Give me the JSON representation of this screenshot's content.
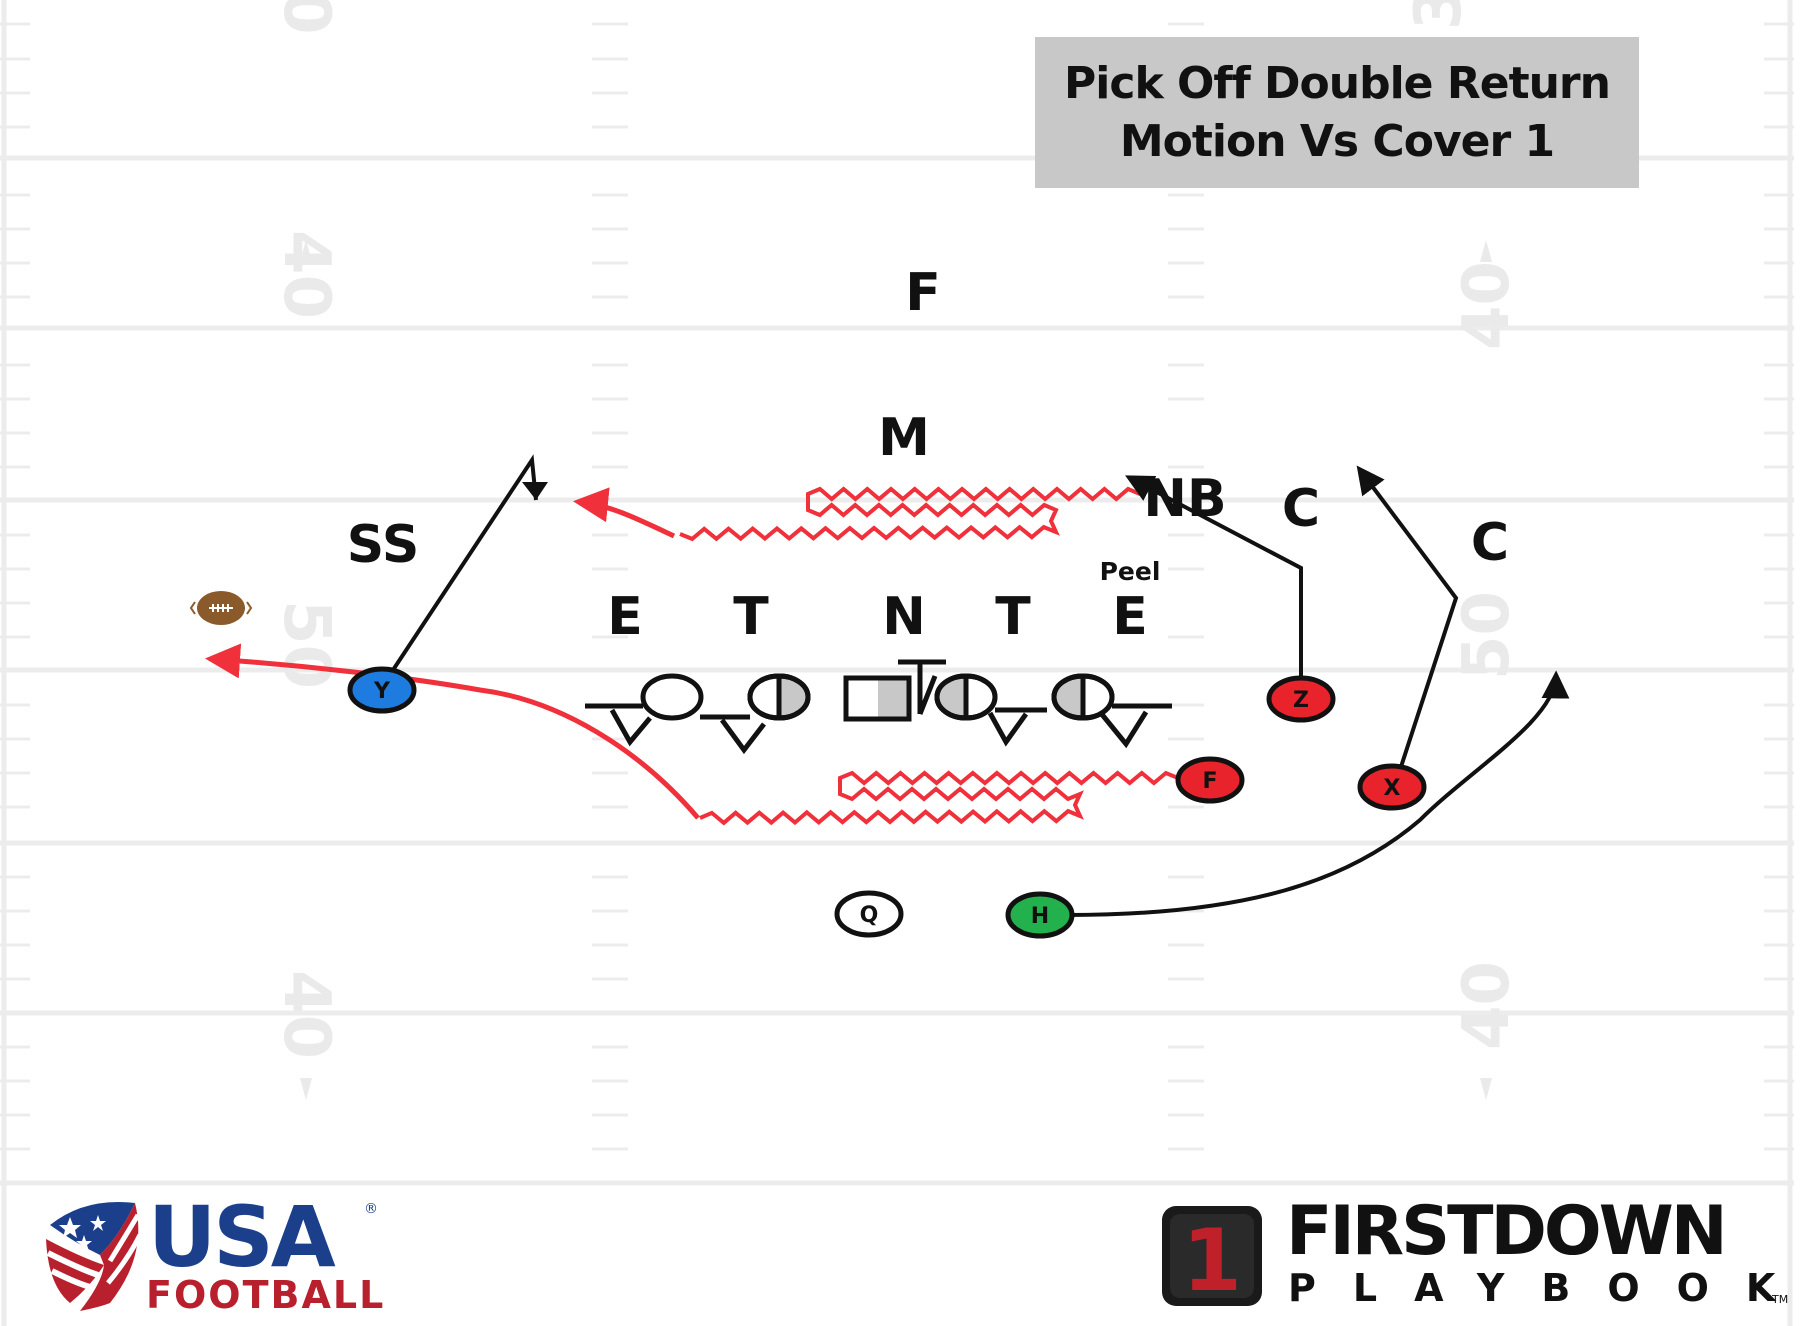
{
  "title": {
    "line1": "Pick Off Double Return",
    "line2": "Motion Vs Cover 1"
  },
  "field": {
    "yard_numbers": [
      "0",
      "3",
      "40",
      "40",
      "50",
      "50",
      "40",
      "40"
    ]
  },
  "defense_labels": {
    "f": "F",
    "m": "M",
    "nb": "NB",
    "c_inside": "C",
    "c_outside": "C",
    "ss": "SS",
    "e_left": "E",
    "t_left": "T",
    "n": "N",
    "t_right": "T",
    "e_right": "E"
  },
  "route_label": "Peel",
  "offense": {
    "y": {
      "label": "Y",
      "color": "#1e7be0"
    },
    "z": {
      "label": "Z",
      "color": "#e8232b"
    },
    "f": {
      "label": "F",
      "color": "#e8232b"
    },
    "x": {
      "label": "X",
      "color": "#e8232b"
    },
    "h": {
      "label": "H",
      "color": "#22b14c"
    },
    "q": {
      "label": "Q",
      "color": "#ffffff"
    }
  },
  "colors": {
    "motion_route": "#f0303a",
    "route": "#111111",
    "field_lines": "#eeeeee",
    "title_bg": "#c8c8c8"
  },
  "logos": {
    "usa": "USA",
    "usa_reg": "®",
    "football": "FOOTBALL",
    "firstdown_number": "1",
    "firstdown": "FIRSTDOWN",
    "playbook": "PLAYBOOK",
    "tm": "TM"
  }
}
